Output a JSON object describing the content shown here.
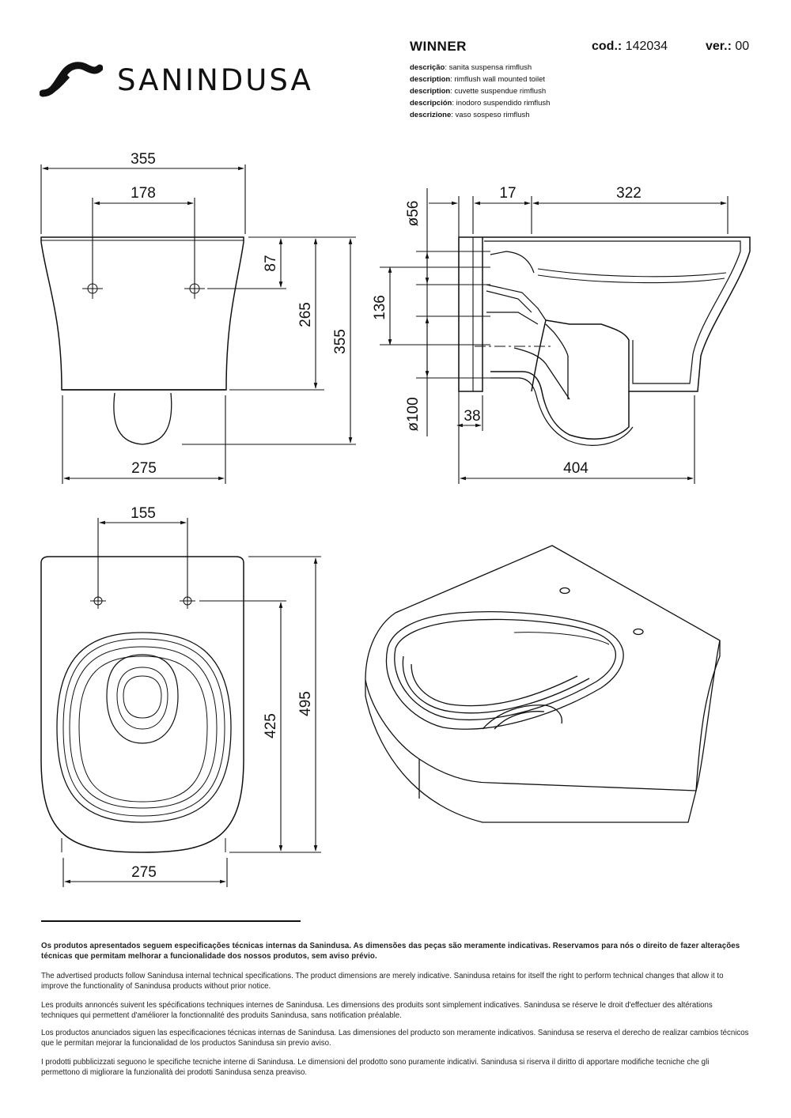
{
  "header": {
    "brand": "SANINDUSA",
    "product_name": "WINNER",
    "code_label": "cod.:",
    "code_value": "142034",
    "version_label": "ver.:",
    "version_value": "00",
    "descriptions": [
      {
        "label": "descrição",
        "text": ": sanita suspensa rimflush"
      },
      {
        "label": "description",
        "text": ": rimflush wall mounted toilet"
      },
      {
        "label": "description",
        "text": ": cuvette suspendue rimflush"
      },
      {
        "label": "descripción",
        "text": ": inodoro suspendido rimflush"
      },
      {
        "label": "descrizione",
        "text": ": vaso sospeso rimflush"
      }
    ]
  },
  "dimensions": {
    "front": {
      "width_top": "355",
      "fixing_spacing": "178",
      "fixing_height": "87",
      "body_height": "265",
      "total_height": "355",
      "width_bottom": "275"
    },
    "side": {
      "inlet_diameter": "ø56",
      "inlet_offset": "17",
      "bowl_depth": "322",
      "inlet_height": "136",
      "outlet_diameter": "ø100",
      "outlet_offset": "38",
      "total_depth": "404"
    },
    "top": {
      "fixing_spacing": "155",
      "bowl_length": "425",
      "total_length": "495",
      "width": "275"
    }
  },
  "footer": {
    "pt": "Os produtos apresentados seguem especificações técnicas internas da Sanindusa. As dimensões das peças são meramente indicativas. Reservamos para nós o direito de fazer alterações técnicas que permitam melhorar a funcionalidade dos nossos produtos, sem aviso prévio.",
    "en": "The advertised products follow Sanindusa internal technical specifications. The product dimensions are merely indicative. Sanindusa retains for itself the right to perform technical changes that allow it to improve the functionality of Sanindusa products without prior notice.",
    "fr": "Les produits annoncés suivent les spécifications techniques internes de Sanindusa. Les dimensions des produits sont simplement indicatives. Sanindusa se réserve le droit d'effectuer des altérations techniques qui permettent d'améliorer la fonctionnalité des produits Sanindusa, sans notification préalable.",
    "es": "Los productos anunciados siguen las especificaciones técnicas internas de Sanindusa. Las dimensiones del producto son meramente indicativos. Sanindusa se reserva el derecho de realizar cambios técnicos que le permitan mejorar la funcionalidad de los productos Sanindusa sin previo aviso.",
    "it": "I prodotti pubblicizzati seguono le specifiche tecniche interne di Sanindusa. Le dimensioni del prodotto sono puramente indicativi. Sanindusa si riserva il diritto di apportare modifiche tecniche che gli permettono di migliorare la funzionalità dei prodotti Sanindusa senza preaviso."
  }
}
